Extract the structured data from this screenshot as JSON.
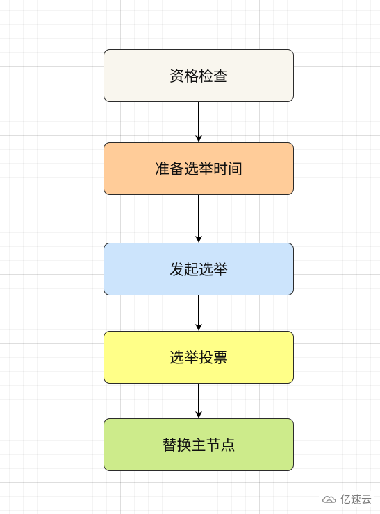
{
  "nodes": [
    {
      "label": "资格检查",
      "fill": "#f9f6ee"
    },
    {
      "label": "准备选举时间",
      "fill": "#ffcc99"
    },
    {
      "label": "发起选举",
      "fill": "#cce4fc"
    },
    {
      "label": "选举投票",
      "fill": "#ffff88"
    },
    {
      "label": "替换主节点",
      "fill": "#cdeb8b"
    }
  ],
  "edges": [
    {
      "from": "资格检查",
      "to": "准备选举时间"
    },
    {
      "from": "准备选举时间",
      "to": "发起选举"
    },
    {
      "from": "发起选举",
      "to": "选举投票"
    },
    {
      "from": "选举投票",
      "to": "替换主节点"
    }
  ],
  "watermark": {
    "text": "亿速云",
    "icon": "cloud-logo-icon"
  },
  "colors": {
    "node_border": "#2b2b2b",
    "arrow": "#000000"
  }
}
